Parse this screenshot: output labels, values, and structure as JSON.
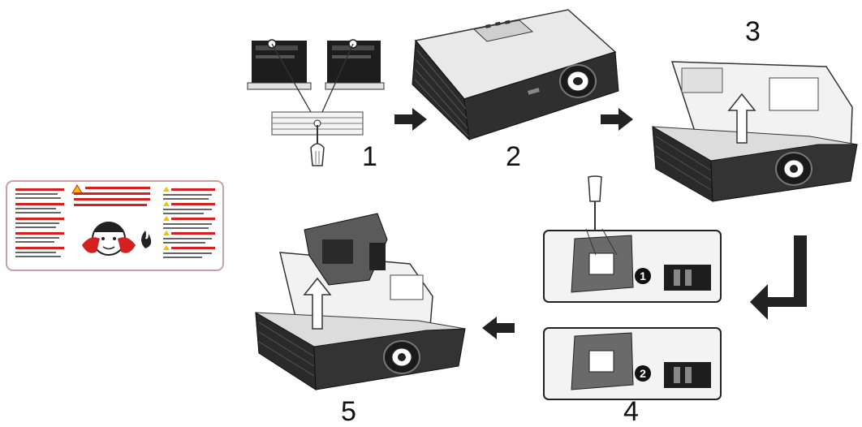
{
  "steps": [
    {
      "id": 1,
      "label": "1"
    },
    {
      "id": 2,
      "label": "2"
    },
    {
      "id": 3,
      "label": "3"
    },
    {
      "id": 4,
      "label": "4"
    },
    {
      "id": 5,
      "label": "5"
    }
  ],
  "sub_steps": [
    {
      "id": 1,
      "label": "1"
    },
    {
      "id": 2,
      "label": "2"
    }
  ],
  "colors": {
    "ink": "#111111",
    "body": "#2a2a2a",
    "light": "#e9e9e9",
    "warning_red": "#d32020",
    "card_border": "#c9a0a6"
  },
  "icons": [
    "screw-icon",
    "screwdriver-icon",
    "arrow-right-icon",
    "arrow-left-icon",
    "bent-arrow-icon",
    "lift-arrow-icon",
    "flame-icon",
    "hazard-triangle-icon"
  ]
}
